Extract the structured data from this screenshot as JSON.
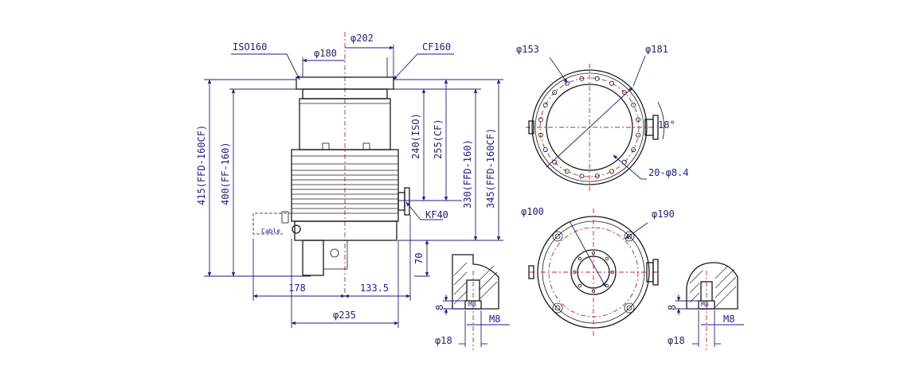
{
  "side_view": {
    "labels": {
      "iso": "ISO160",
      "d202": "φ202",
      "d180": "φ180",
      "cf": "CF160",
      "d_400": "400(FF-160)",
      "d_415": "415(FFD-160CF)",
      "d_240": "240(ISO)",
      "d_255": "255(CF)",
      "d_330": "330(FFD-160)",
      "d_345": "345(FFD-160CF)",
      "kf": "KF40",
      "cable": "Cable",
      "d_178": "178",
      "d_133": "133.5",
      "d_235": "φ235",
      "d_70": "70"
    }
  },
  "top_view_flange": {
    "labels": {
      "d153": "φ153",
      "d181": "φ181",
      "angle": "18°",
      "holes": "20-φ8.4"
    }
  },
  "bottom_view": {
    "labels": {
      "d100": "φ100",
      "d190": "φ190"
    }
  },
  "detail_left": {
    "labels": {
      "depth": "8",
      "dia": "φ18",
      "thread": "M8",
      "mark": "M8"
    }
  },
  "detail_right": {
    "labels": {
      "depth": "8",
      "dia": "φ18",
      "thread": "M8",
      "mark": "M8"
    }
  },
  "colors": {
    "dimension": "#1e1e8c",
    "centerline": "#d62020",
    "outline": "#1a1a1a"
  }
}
